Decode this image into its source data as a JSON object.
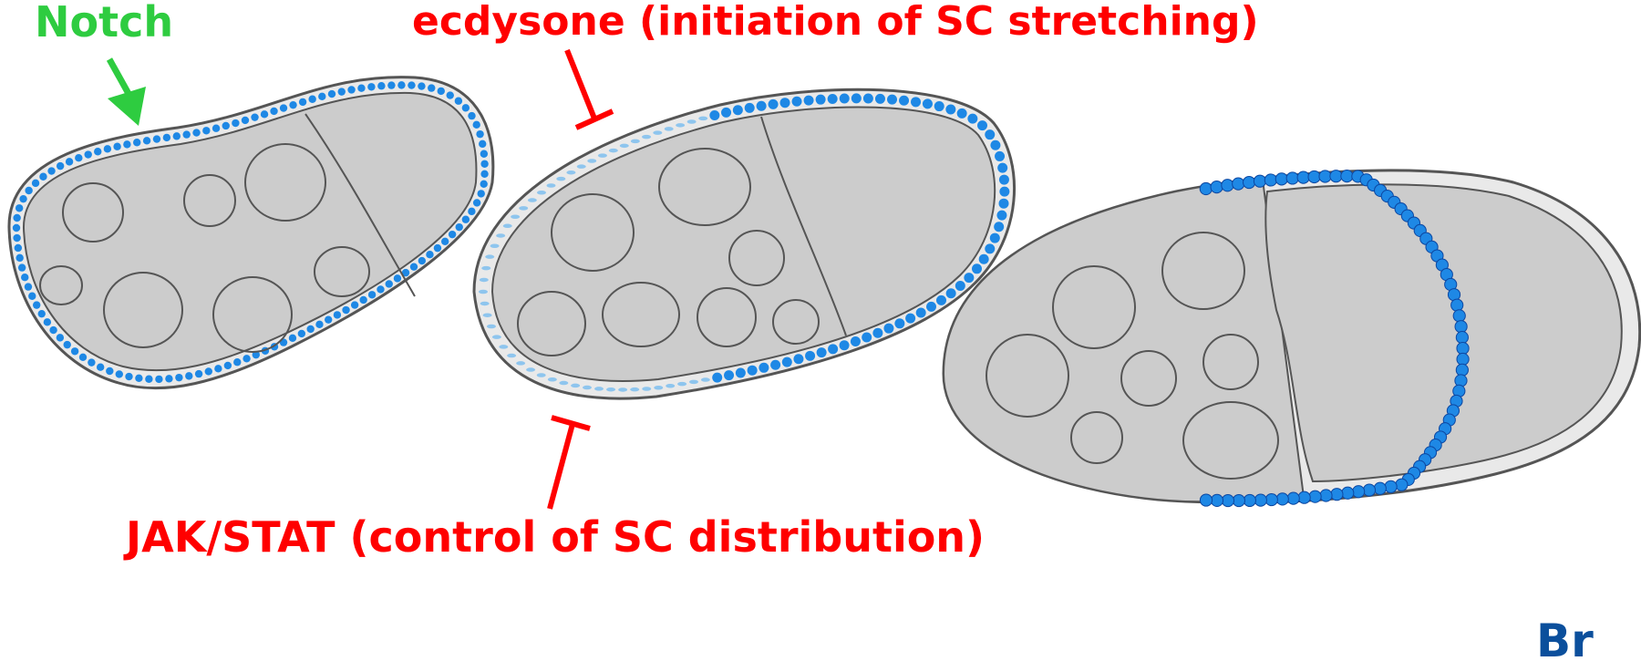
{
  "labels": {
    "notch": "Notch",
    "ecdysone": "ecdysone (initiation of SC stretching)",
    "jakstat": "JAK/STAT (control of SC distribution)",
    "panel": "Br"
  },
  "colors": {
    "notch": "#2ecc40",
    "inhibitor": "#ff0000",
    "panel": "#0b4f9c",
    "cytoplasm": "#cccccc",
    "outline": "#555555",
    "nucleus_fill": "#1e88e5",
    "nucleus_faint": "#8ec5ee",
    "cell_fill": "#eaeaea"
  }
}
